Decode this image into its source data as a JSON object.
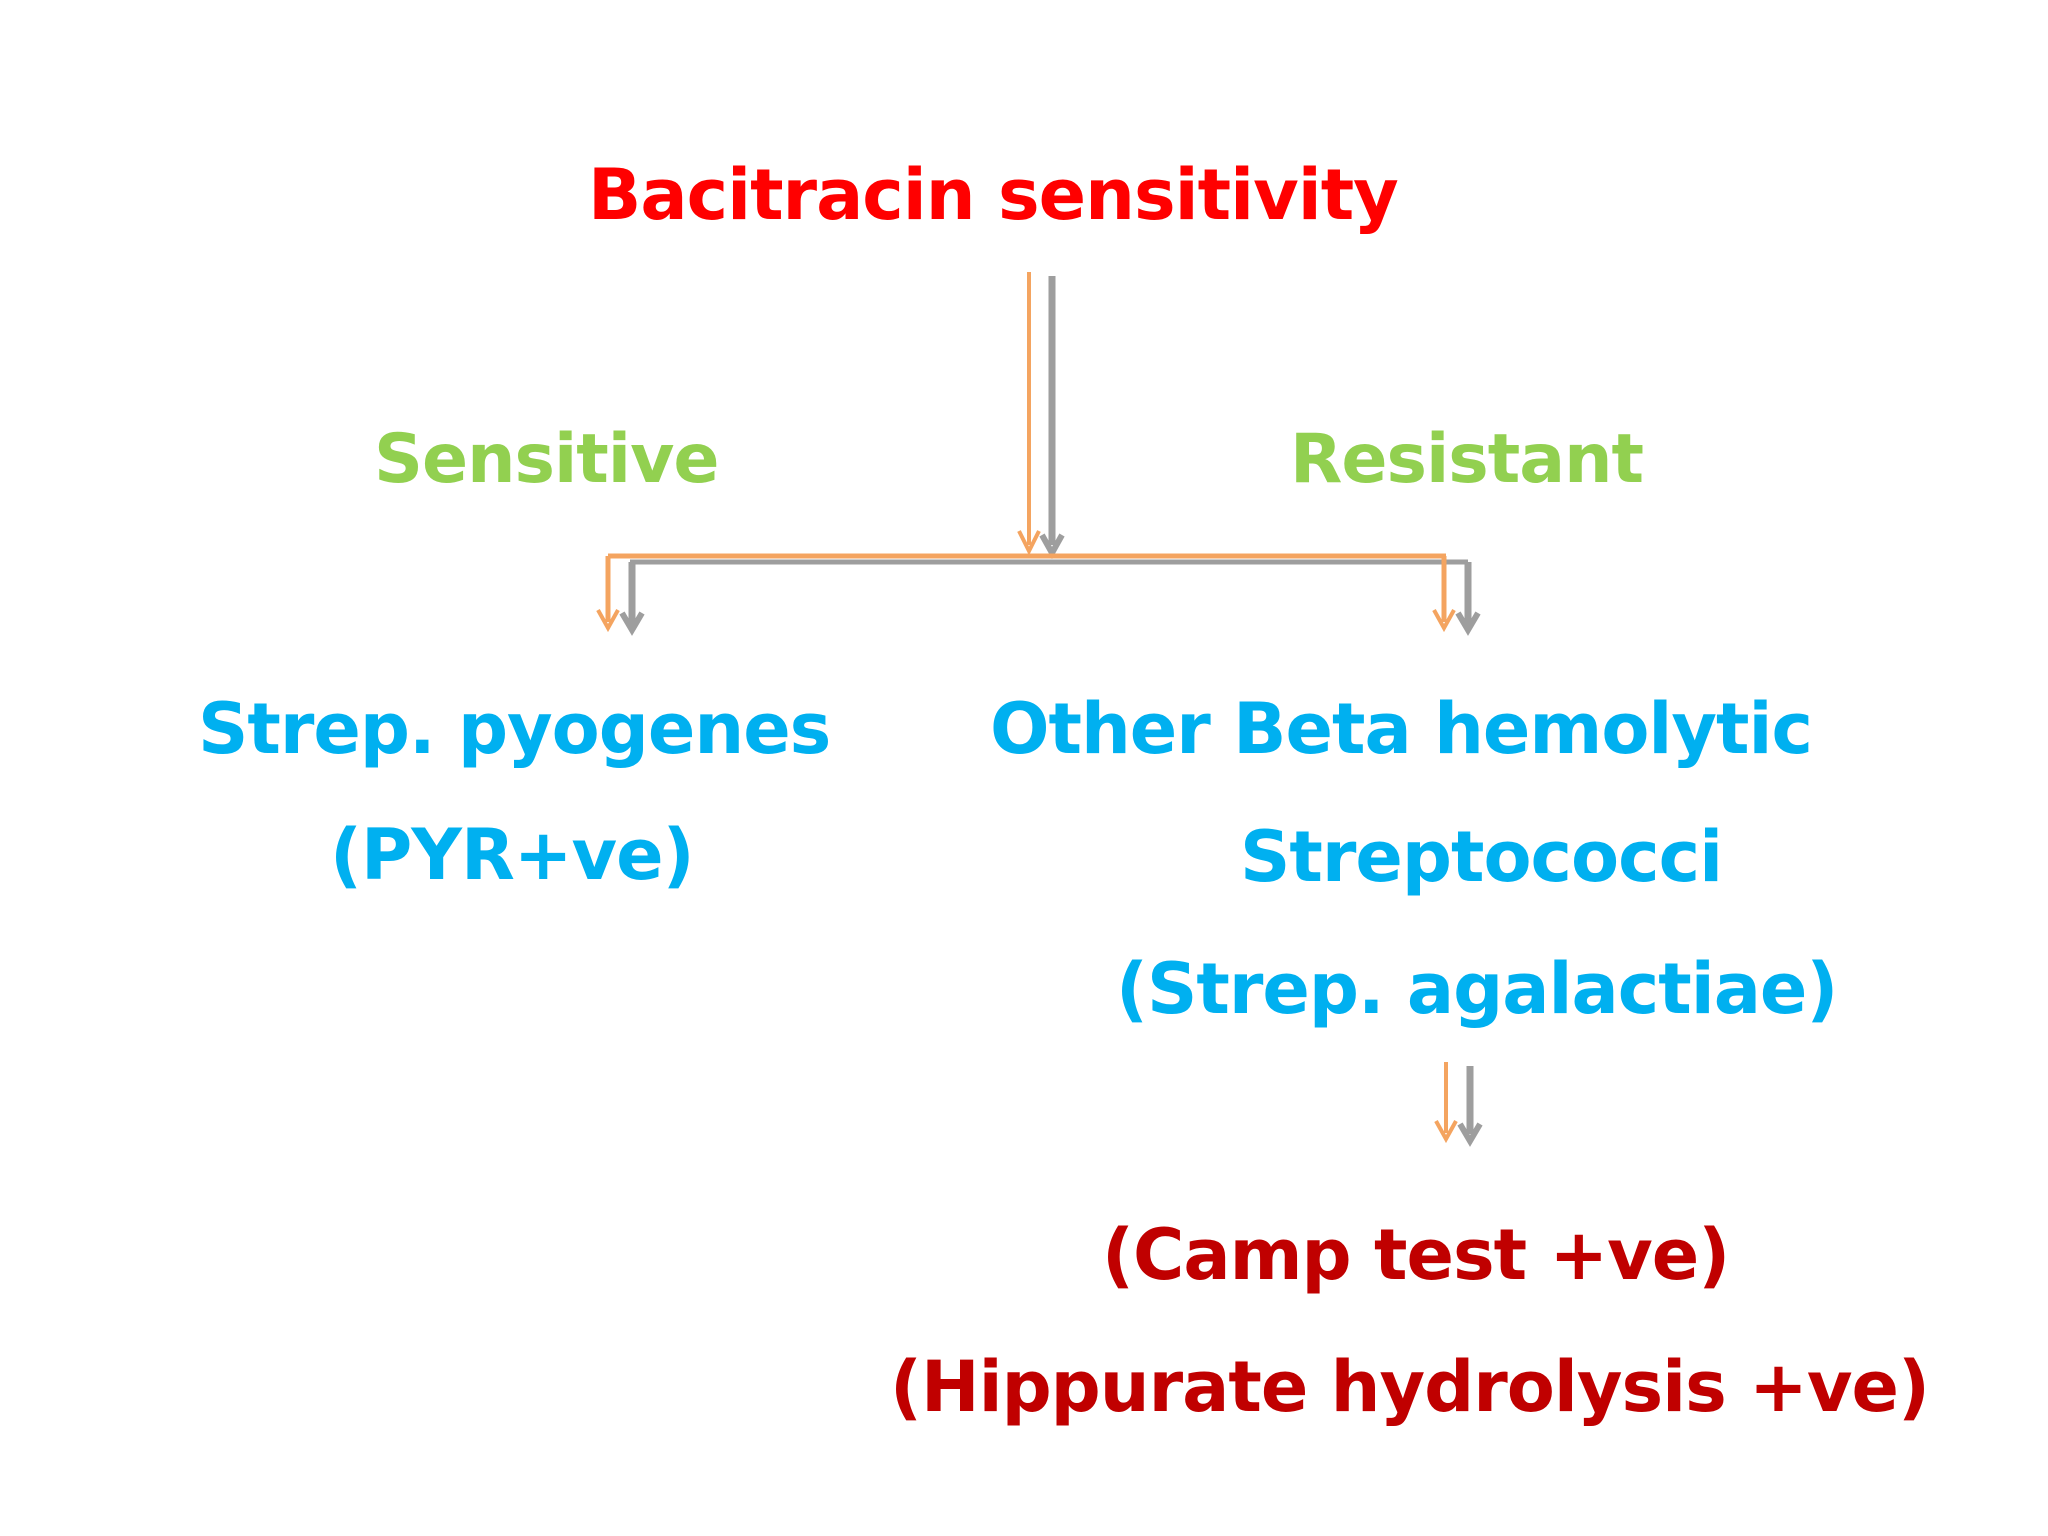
{
  "title": "Bacitracin sensitivity",
  "branches": {
    "left_label": "Sensitive",
    "right_label": "Resistant"
  },
  "left_result": {
    "line1": "Strep. pyogenes",
    "line2": "(PYR+ve)"
  },
  "right_result": {
    "line1": "Other Beta hemolytic",
    "line2": "Streptococci",
    "line3": "(Strep. agalactiae)"
  },
  "right_tests": {
    "line1": "(Camp test +ve)",
    "line2": "(Hippurate hydrolysis +ve)"
  },
  "colors": {
    "title": "#ff0000",
    "branch": "#92d050",
    "result": "#00b0f0",
    "tests": "#c00000",
    "arrow_orange": "#f4a460",
    "arrow_gray": "#9e9e9e"
  },
  "icons": {
    "connector": "double-arrow-down"
  }
}
